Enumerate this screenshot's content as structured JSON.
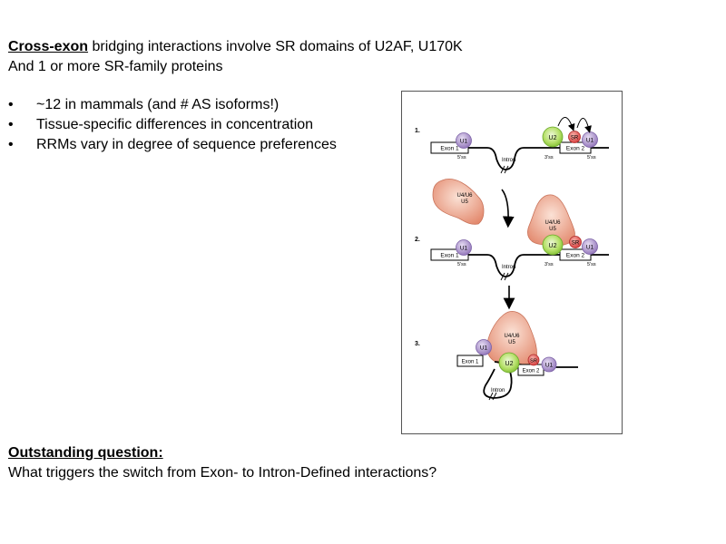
{
  "intro": {
    "heading": "Cross-exon",
    "rest": " bridging interactions involve SR domains of U2AF, U170K",
    "line2": "And 1 or more SR-family proteins"
  },
  "bullets": [
    "~12 in mammals (and # AS isoforms!)",
    "Tissue-specific differences in concentration",
    "RRMs vary in degree of sequence preferences"
  ],
  "bullet_marker": "•",
  "question": {
    "heading": "Outstanding question:",
    "text": "What triggers the switch from Exon- to Intron-Defined interactions?"
  },
  "figure": {
    "steps": [
      "1.",
      "2.",
      "3."
    ],
    "exon1": "Exon 1",
    "exon2": "Exon 2",
    "intron": "Intron",
    "ss5": "5'ss",
    "ss3": "3'ss",
    "u1": "U1",
    "u2": "U2",
    "sr": "SR",
    "u4u6": "U4/U6",
    "u5": "U5",
    "colors": {
      "u1": "#a58cc8",
      "u2": "#9ed24f",
      "sr": "#e05050",
      "tri": "#e89574"
    }
  }
}
